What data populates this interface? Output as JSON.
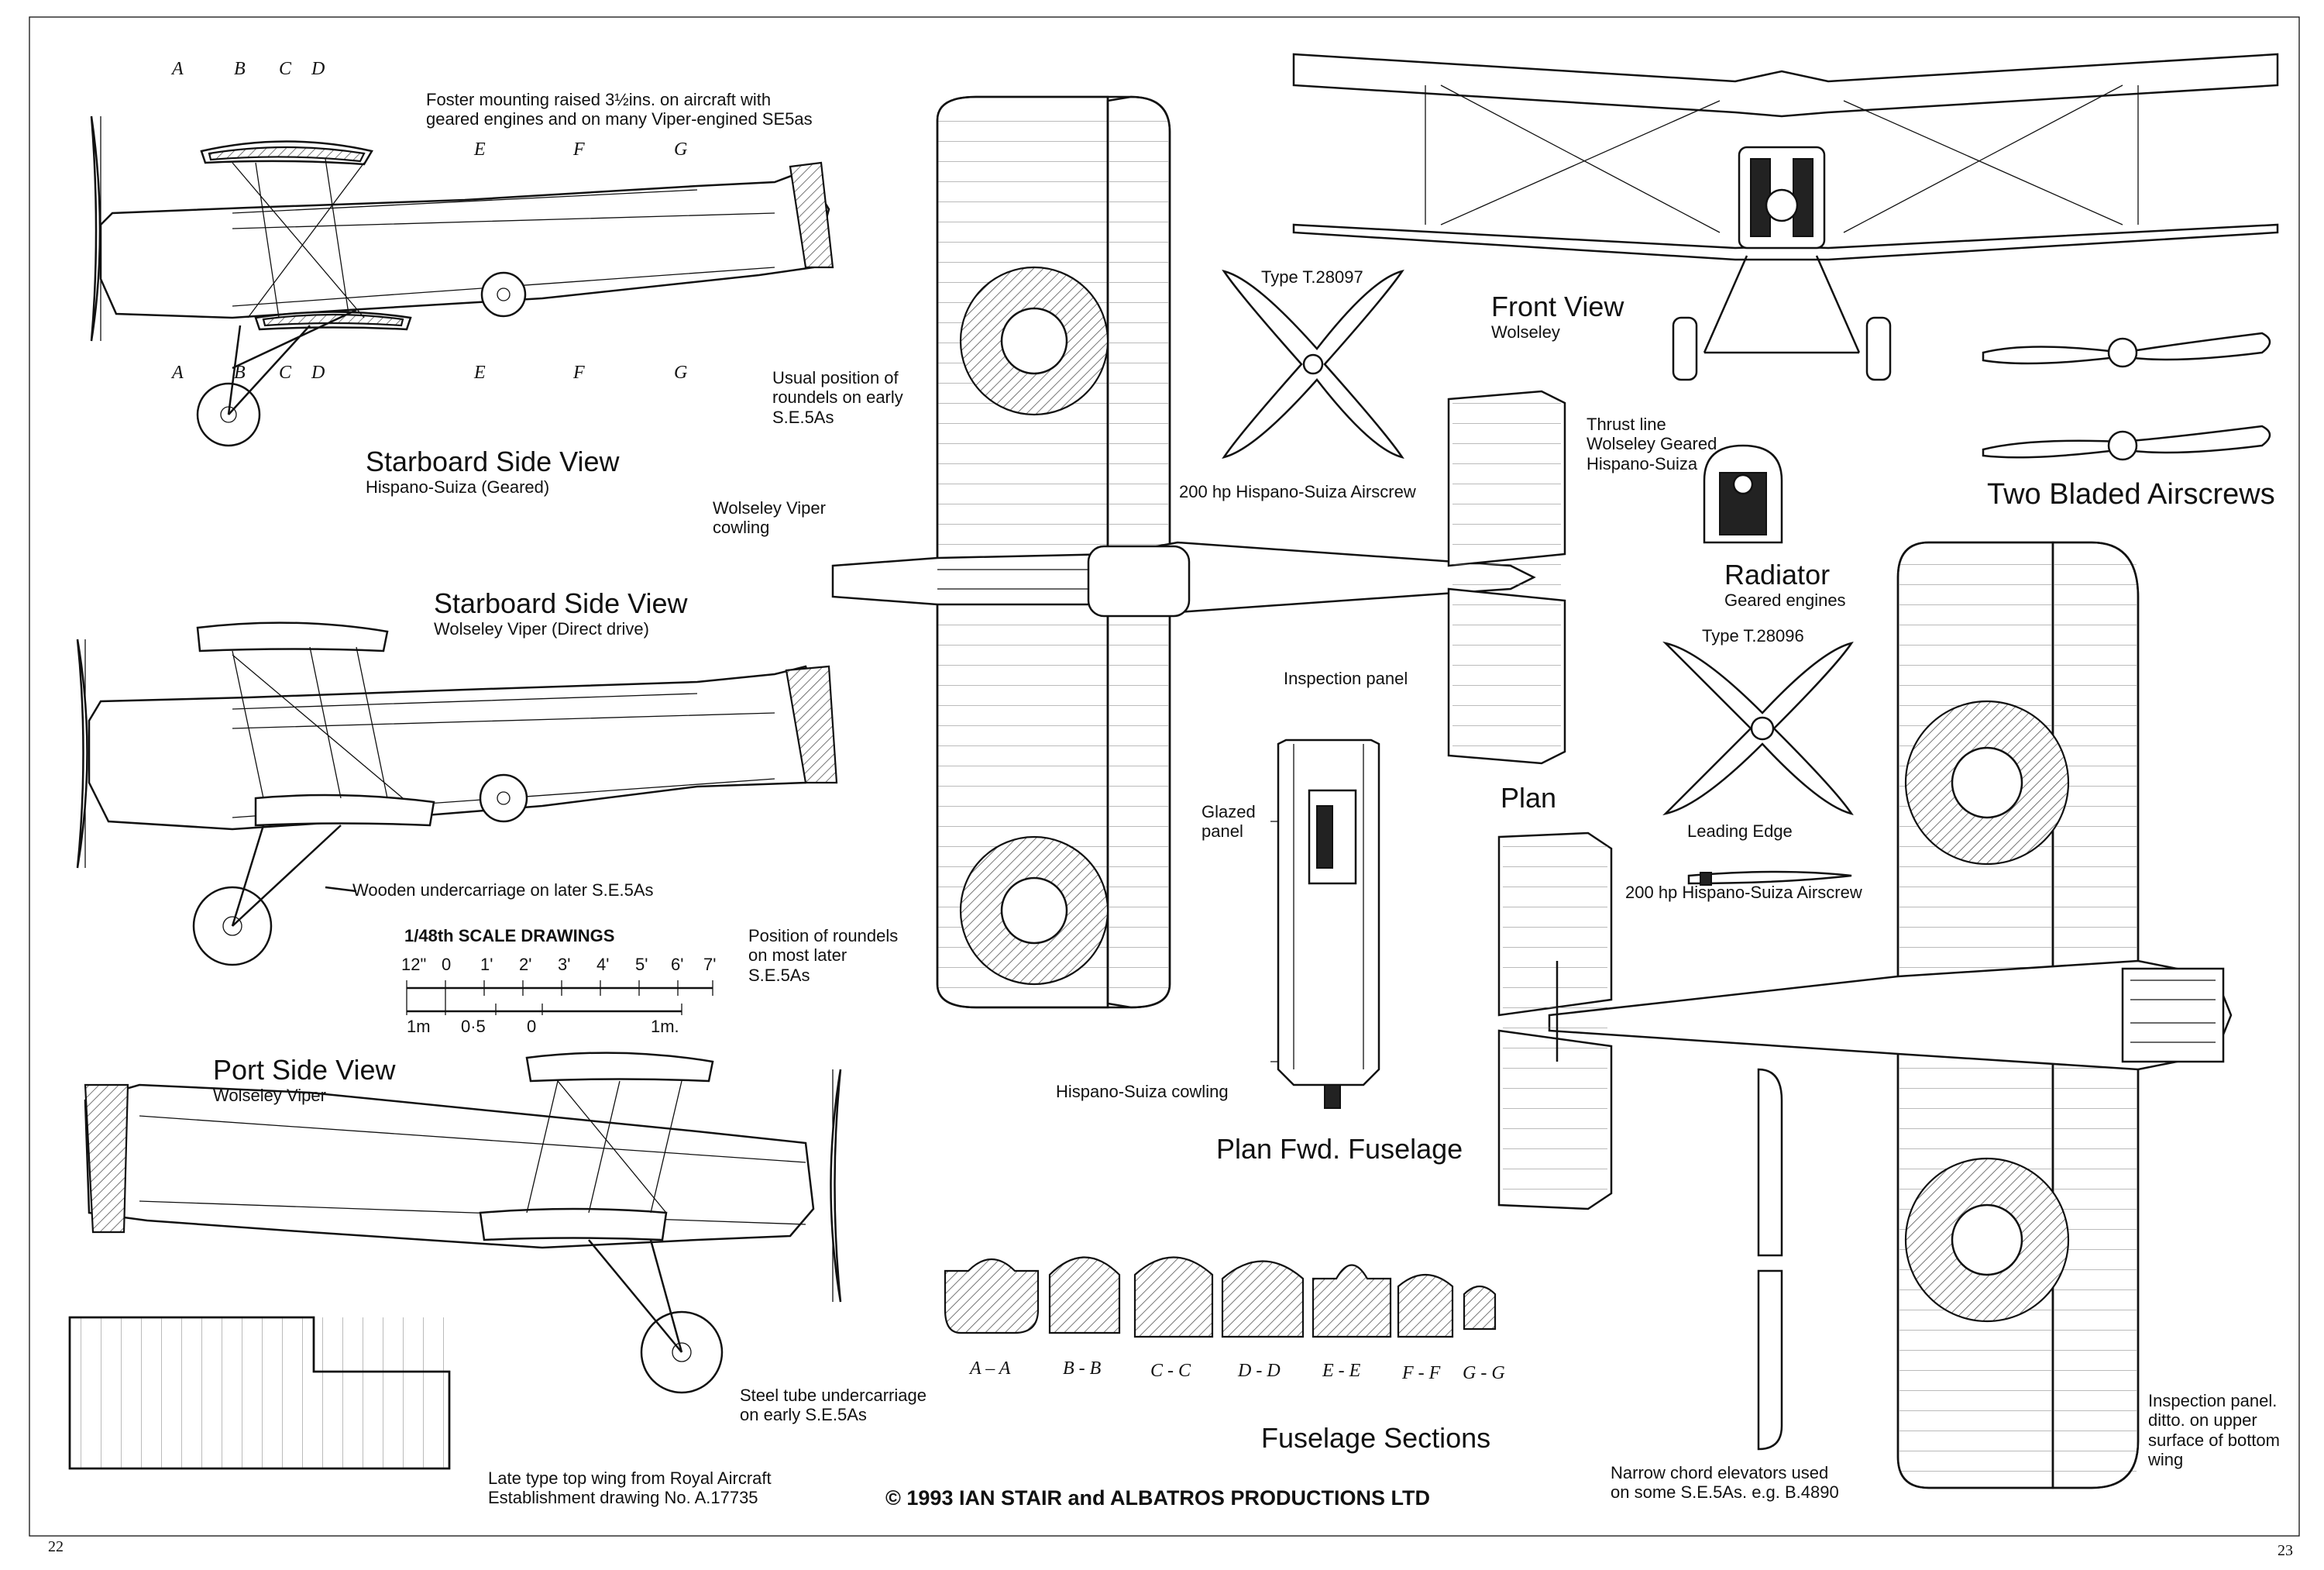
{
  "page_numbers": {
    "left": "22",
    "right": "23"
  },
  "copyright": "© 1993 IAN STAIR and ALBATROS PRODUCTIONS LTD",
  "section_letters": {
    "top": [
      "A",
      "B",
      "C",
      "D",
      "E",
      "F",
      "G"
    ],
    "bottom": [
      "A",
      "B",
      "C",
      "D",
      "E",
      "F",
      "G"
    ]
  },
  "side_view_1": {
    "title": "Starboard Side View",
    "subtitle": "Hispano-Suiza (Geared)"
  },
  "side_view_2": {
    "title": "Starboard Side View",
    "subtitle": "Wolseley Viper (Direct drive)"
  },
  "side_view_3": {
    "title": "Port Side View",
    "subtitle": "Wolseley Viper"
  },
  "notes": {
    "foster_line1": "Foster mounting raised 3½ins. on aircraft with",
    "foster_line2": "geared engines and on many Viper-engined SE5as",
    "wooden_uc": "Wooden undercarriage on later S.E.5As",
    "steel_uc_line1": "Steel tube undercarriage",
    "steel_uc_line2": "on early S.E.5As",
    "late_wing_line1": "Late type top wing from Royal Aircraft",
    "late_wing_line2": "Establishment drawing No. A.17735",
    "usual_pos_line1": "Usual position of",
    "usual_pos_line2": "roundels on early",
    "usual_pos_line3": "S.E.5As",
    "wolseley_cowl_line1": "Wolseley Viper",
    "wolseley_cowl_line2": "cowling",
    "position_line1": "Position  of roundels",
    "position_line2": "on most later",
    "position_line3": "S.E.5As",
    "hispano_cowl": "Hispano-Suiza cowling",
    "inspection_panel": "Inspection panel",
    "glazed_line1": "Glazed",
    "glazed_line2": "panel",
    "thrust_line1": "Thrust line",
    "thrust_line2": "Wolseley Geared",
    "thrust_line3": "Hispano-Suiza",
    "leading_edge": "Leading Edge",
    "narrow_line1": "Narrow chord elevators used",
    "narrow_line2": "on some S.E.5As. e.g. B.4890",
    "insp2_line1": "Inspection panel.",
    "insp2_line2": "ditto. on upper",
    "insp2_line3": "surface of bottom",
    "insp2_line4": "wing"
  },
  "scale": {
    "title": "1/48th SCALE DRAWINGS",
    "feet_ticks": [
      "12\"",
      "0",
      "1'",
      "2'",
      "3'",
      "4'",
      "5'",
      "6'",
      "7'"
    ],
    "metre_ticks": [
      "1m",
      "0·5",
      "0",
      "1m."
    ]
  },
  "airscrews": {
    "type_a": "Type T.28097",
    "type_a_caption": "200 hp Hispano-Suiza Airscrew",
    "type_b": "Type T.28096",
    "type_b_caption": "200 hp Hispano-Suiza Airscrew",
    "two_bladed": "Two Bladed Airscrews"
  },
  "front_view": {
    "title": "Front View",
    "subtitle": "Wolseley"
  },
  "radiator": {
    "title": "Radiator",
    "subtitle": "Geared engines"
  },
  "plan": {
    "title": "Plan"
  },
  "plan_fwd": {
    "title": "Plan  Fwd. Fuselage"
  },
  "fuselage_sections": {
    "title": "Fuselage Sections",
    "labels": [
      "A – A",
      "B - B",
      "C - C",
      "D - D",
      "E - E",
      "F - F",
      "G - G"
    ]
  }
}
